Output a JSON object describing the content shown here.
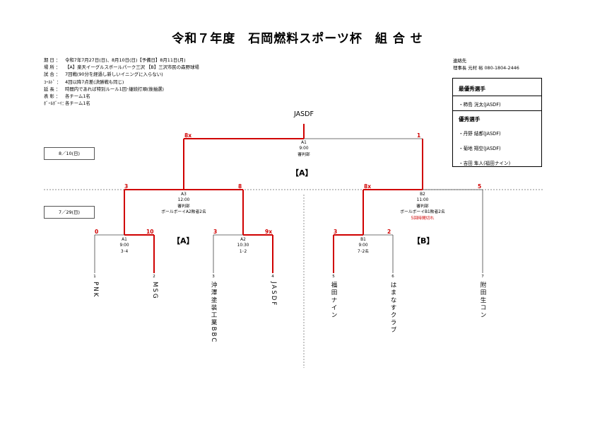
{
  "title": "令和７年度　石岡燃料スポーツ杯　組 合 せ",
  "info": [
    {
      "label": "期 日 ：",
      "value": "令和7年7月27日(日)、8月10日(日)【予備日】8月11日(月)"
    },
    {
      "label": "場 所 ：",
      "value": "【A】楽天イーグルスボールパーク三沢 【B】三沢市民の森野球場"
    },
    {
      "label": "試 合 ：",
      "value": "7回戦(90分を経過し新しいイニングに入らない)"
    },
    {
      "label": "ｺｰﾙﾄﾞ ：",
      "value": "4回以降7点差(決勝戦も同じ)"
    },
    {
      "label": "延 長 ：",
      "value": "時間内であれば特別ルール1回･継続打順(後抽選)"
    },
    {
      "label": "表 彰 ：",
      "value": "各チーム1名"
    },
    {
      "label": "ﾎﾞｰﾙﾎﾞｰｲ：",
      "value": "各チーム1名"
    }
  ],
  "contact": {
    "label": "連絡先",
    "value": "理事長 元村 裕 080-1804-2446"
  },
  "awards": {
    "mvp_heading": "最優秀選手",
    "mvp": "・柿島 洸太(JASDF)",
    "excellent_heading": "優秀選手",
    "excellent": [
      "・丹野 結都(JASDF)",
      "・菊地 翔空(JASDF)",
      "・吉田 隼人(福田ナイン)"
    ]
  },
  "dates": {
    "final": "8／10(日)",
    "first": "7／29(日)"
  },
  "bracket": {
    "champion": "JASDF",
    "final": {
      "lines": [
        "A1",
        "9:00",
        "審判部"
      ],
      "venue": "【A】",
      "score_left": "8x",
      "score_right": "1"
    },
    "a3": {
      "lines": [
        "A3",
        "12:00",
        "審判部",
        "ボールボーイA2敗者2名"
      ],
      "score_left": "3",
      "score_right": "8"
    },
    "b2": {
      "lines": [
        "B2",
        "11:00",
        "審判部",
        "ボールボーイB1敗者2名"
      ],
      "note": "5回時間切れ",
      "score_left": "8x",
      "score_right": "5"
    },
    "a1": {
      "lines": [
        "A1",
        "9:00",
        "3･4"
      ],
      "score_left": "0",
      "score_right": "10"
    },
    "a2": {
      "lines": [
        "A2",
        "10:30",
        "1･2"
      ],
      "score_left": "3",
      "score_right": "9x"
    },
    "b1": {
      "lines": [
        "B1",
        "9:00",
        "7･2名"
      ],
      "score_left": "3",
      "score_right": "2"
    },
    "pool_a": "【A】",
    "pool_b": "【B】"
  },
  "teams": [
    {
      "num": "1",
      "name": "PNK"
    },
    {
      "num": "2",
      "name": "MSG"
    },
    {
      "num": "3",
      "name": "沖澤塗装工業BBC"
    },
    {
      "num": "4",
      "name": "JASDF"
    },
    {
      "num": "5",
      "name": "福田ナイン"
    },
    {
      "num": "6",
      "name": "はまなすクラブ"
    },
    {
      "num": "7",
      "name": "附田生コン"
    }
  ],
  "colors": {
    "winner_line": "#d00000",
    "score": "#d00000",
    "line": "#444444"
  }
}
